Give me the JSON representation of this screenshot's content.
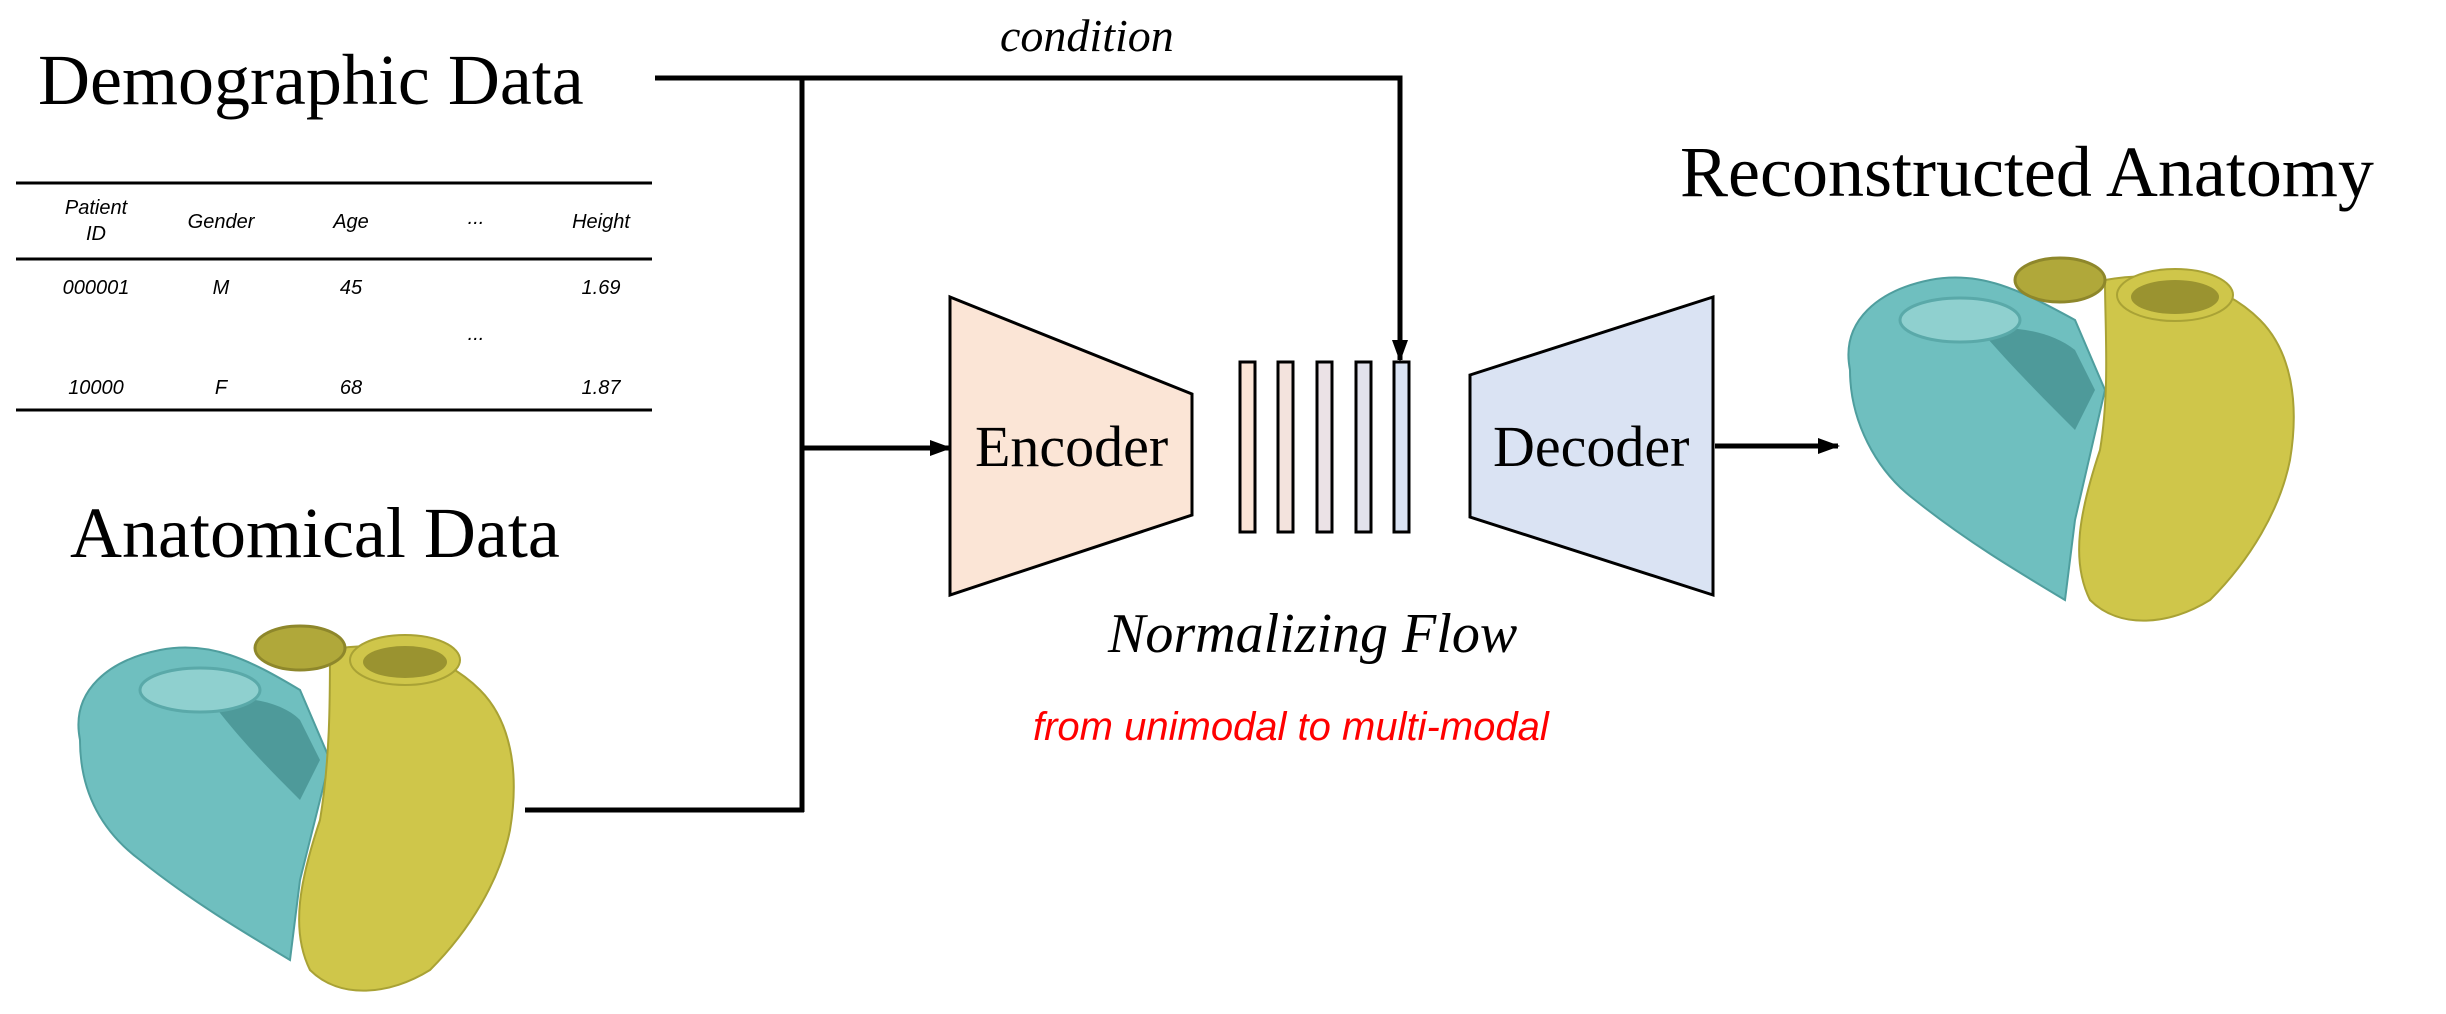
{
  "headings": {
    "demographic": "Demographic Data",
    "anatomical": "Anatomical Data",
    "reconstructed": "Reconstructed Anatomy"
  },
  "condition_label": "condition",
  "encoder_label": "Encoder",
  "decoder_label": "Decoder",
  "flow_label": "Normalizing Flow",
  "note": {
    "text": "from unimodal to multi-modal",
    "color": "#ff0000"
  },
  "table": {
    "headers": [
      "Patient\nID",
      "Gender",
      "Age",
      "...",
      "Height"
    ],
    "rows": [
      [
        "000001",
        "M",
        "45",
        "",
        "1.69"
      ],
      [
        "",
        "",
        "",
        "...",
        ""
      ],
      [
        "10000",
        "F",
        "68",
        "",
        "1.87"
      ]
    ]
  },
  "colors": {
    "encoder_fill": "#fbe5d6",
    "decoder_fill": "#dae3f3",
    "flow_bar_fills": [
      "#fbe5d6",
      "#f3e3dd",
      "#ebe2e6",
      "#e2e2ec",
      "#dae3f3"
    ],
    "heart_teal": "#6fbfbf",
    "heart_yellow": "#cfc64a"
  }
}
